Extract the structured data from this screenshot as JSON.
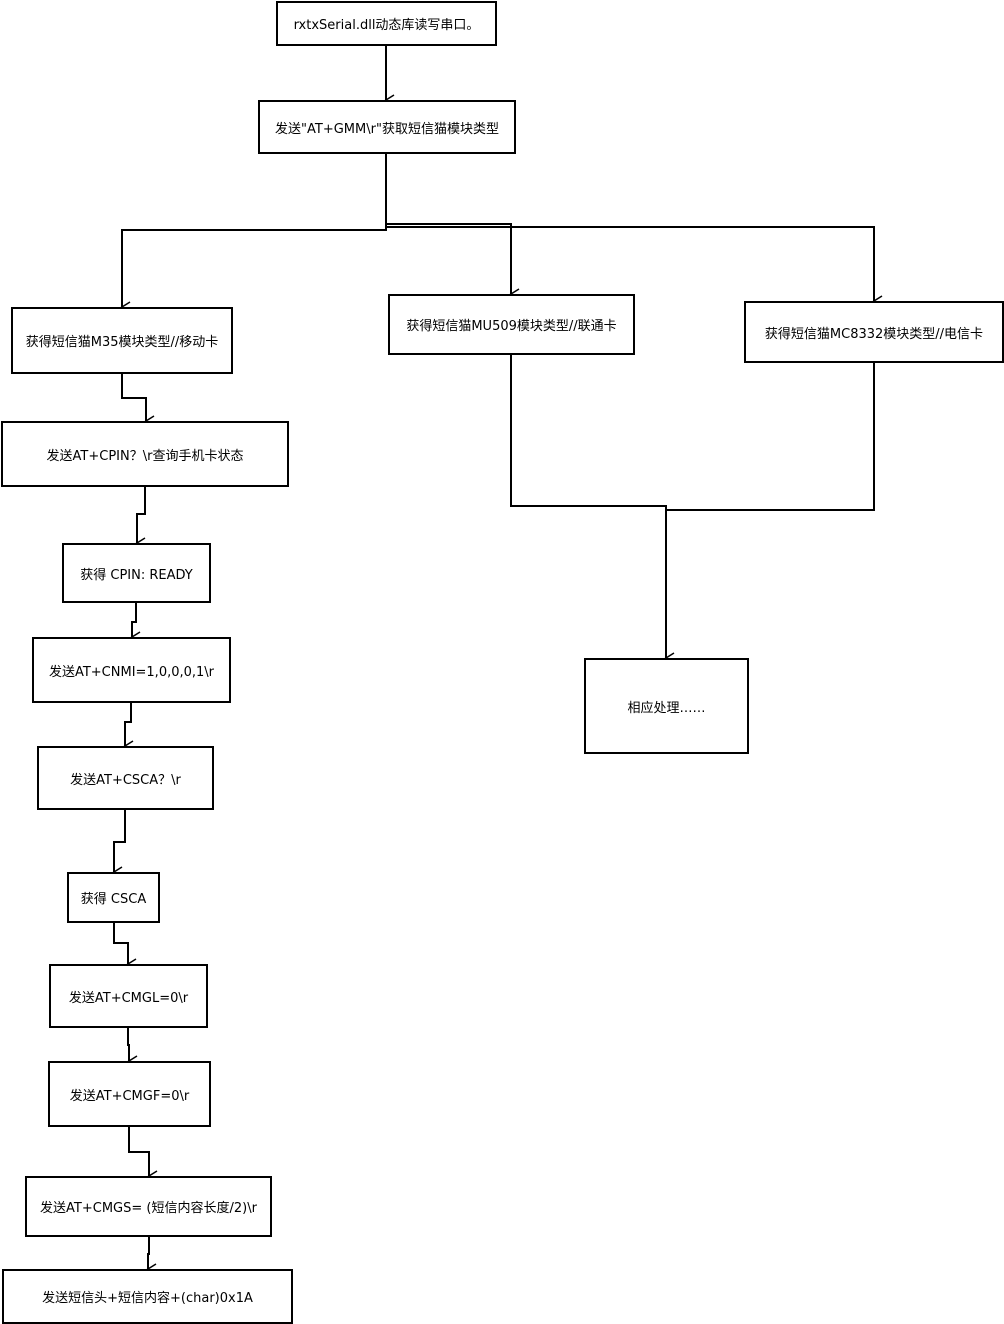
{
  "nodes": {
    "start": "rxtxSerial.dll动态库读写串口。",
    "gmm": "发送\"AT+GMM\\r\"获取短信猫模块类型",
    "m35": "获得短信猫M35模块类型//移动卡",
    "mu509": "获得短信猫MU509模块类型//联通卡",
    "mc8332": "获得短信猫MC8332模块类型//电信卡",
    "cpin_send": "发送AT+CPIN？\\r查询手机卡状态",
    "cpin_ready": "获得 CPIN: READY",
    "cnmi": "发送AT+CNMI=1,0,0,0,1\\r",
    "csca_send": "发送AT+CSCA？\\r",
    "csca_get": "获得 CSCA",
    "cmgl": "发送AT+CMGL=0\\r",
    "cmgf": "发送AT+CMGF=0\\r",
    "cmgs": "发送AT+CMGS= (短信内容长度/2)\\r",
    "send_content": "发送短信头+短信内容+(char)0x1A",
    "process": "相应处理……"
  }
}
